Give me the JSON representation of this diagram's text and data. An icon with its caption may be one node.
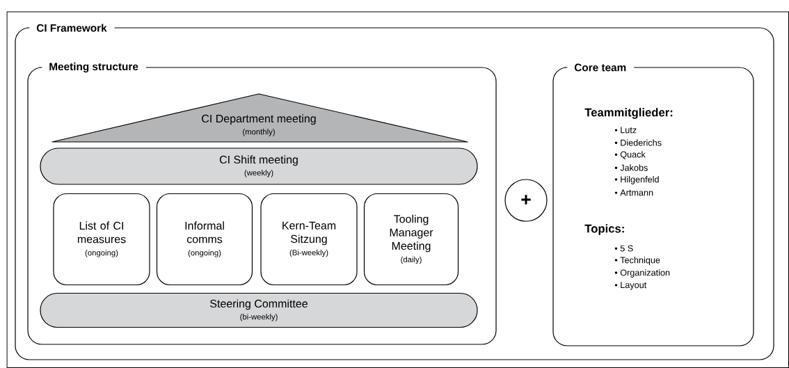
{
  "diagram": {
    "nodes": [
      {
        "text": [
          "CI Framework"
        ]
      },
      {
        "text": [
          "Meeting structure"
        ],
        "in": 0
      },
      {
        "text": [
          "CI Department meeting",
          "(monthly)"
        ],
        "in": 1
      },
      {
        "text": [
          "CI Shift meeting",
          "(weekly)"
        ],
        "in": 1
      },
      {
        "text": [
          "List of CI measures",
          "(ongoing)"
        ],
        "in": 1
      },
      {
        "text": [
          "Informal comms",
          "(ongoing)"
        ],
        "in": 1
      },
      {
        "text": [
          "Kern-Team Sitzung",
          "(Bi-weekly)"
        ],
        "in": 1
      },
      {
        "text": [
          "Tooling Manager Meeting",
          "(daily)"
        ],
        "in": 1
      },
      {
        "text": [
          "Steering Committee",
          "(bi-weekly)"
        ],
        "in": 1
      },
      {
        "text": [
          "+"
        ],
        "in": 0
      },
      {
        "text": [
          "Core team",
          "Teammitglieder:",
          "• Lutz",
          "• Diederichs",
          "• Quack",
          "• Jakobs",
          "• Hilgenfeld",
          "• Artmann",
          "Topics:",
          "• 5 S",
          "• Technique",
          "• Organization",
          "• Layout"
        ],
        "in": 0
      }
    ]
  }
}
